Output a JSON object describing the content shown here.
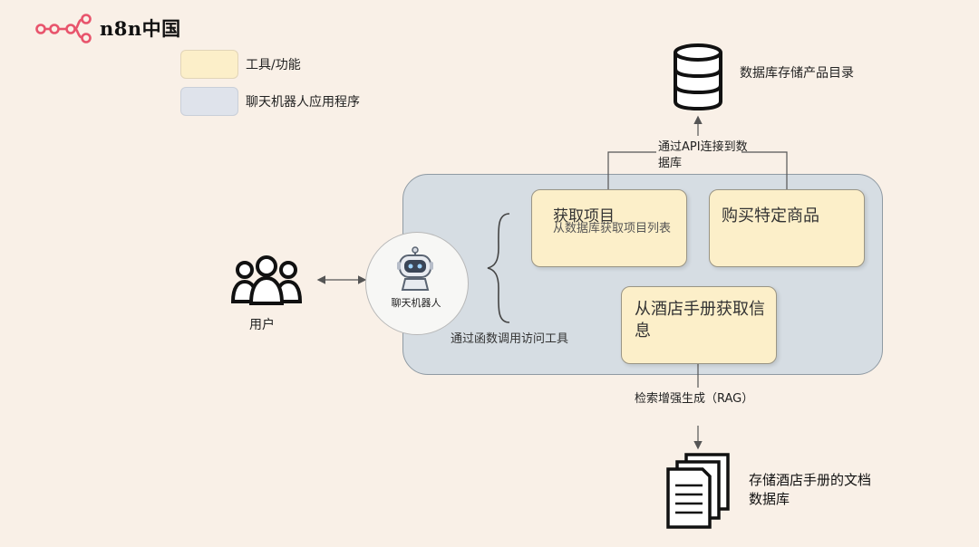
{
  "brand": {
    "logo_text": "n8n中国",
    "logo_color": "#e8546c"
  },
  "legend": {
    "tool_label": "工具/功能",
    "app_label": "聊天机器人应用程序",
    "tool_color": "#fcefc9",
    "app_color": "#dfe3eb"
  },
  "nodes": {
    "user_label": "用户",
    "chatbot_label": "聊天机器人",
    "fetch_title": "获取项目",
    "fetch_desc": "从数据库获取项目列表",
    "buy_title": "购买特定商品",
    "hotel_title": "从酒店手册获取信息",
    "db_label": "数据库存储产品目录",
    "docs_label": "存储酒店手册的文档数据库"
  },
  "notes": {
    "api_connect": "通过API连接到数据库",
    "function_call": "通过函数调用访问工具",
    "rag": "检索增强生成（RAG）"
  },
  "icons": [
    "n8n-logo-icon",
    "users-icon",
    "robot-icon",
    "database-icon",
    "documents-icon",
    "curly-brace-icon"
  ],
  "colors": {
    "background": "#f9f0e7",
    "panel": "#d6dde3",
    "panel_border": "#8f9aa3",
    "line": "#7a7a7a"
  }
}
